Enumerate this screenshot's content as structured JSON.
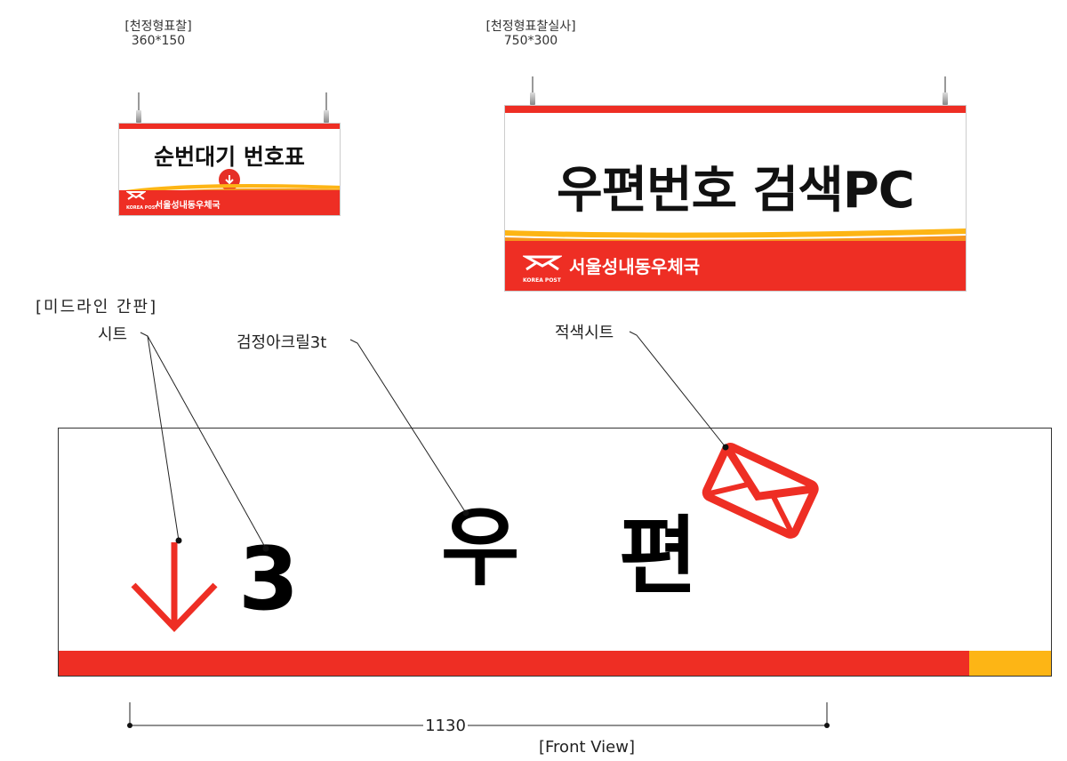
{
  "small_sign": {
    "caption_title": "[천정형표찰]",
    "caption_size": "360*150",
    "title": "순번대기 번호표",
    "brand": "서울성내동우체국",
    "logo_text": "KOREA POST"
  },
  "large_sign": {
    "caption_title": "[천정형표찰실사]",
    "caption_size": "750*300",
    "title": "우편번호 검색PC",
    "brand": "서울성내동우체국",
    "logo_text": "KOREA POST"
  },
  "front_view": {
    "section_title": "[미드라인 간판]",
    "callout_sheet": "시트",
    "callout_acrylic": "검정아크릴3t",
    "callout_red_sheet": "적색시트",
    "number": "3",
    "char_1": "우",
    "char_2": "편",
    "dimension": "1130",
    "view_label": "[Front View]"
  },
  "colors": {
    "red": "#ee2e24",
    "yellow": "#fdb515",
    "orange": "#f6941d",
    "black": "#000000"
  }
}
